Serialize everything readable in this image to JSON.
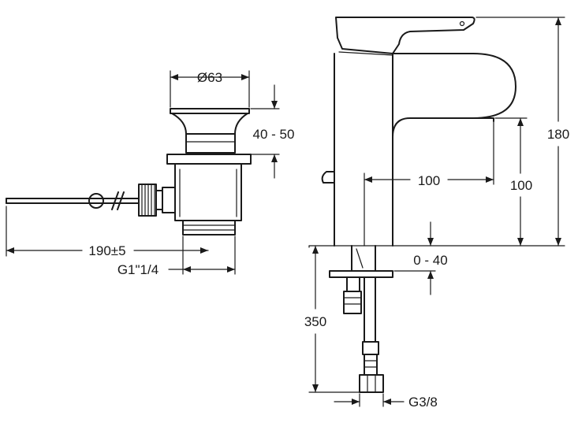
{
  "dimensions": {
    "waste_diameter": "Ø63",
    "waste_height_range": "40 - 50",
    "rod_length": "190±5",
    "waste_thread": "G1\"1/4",
    "tap_height": "180",
    "spout_projection": "100",
    "spout_height": "100",
    "deck_thickness_range": "0 - 40",
    "hose_length": "350",
    "hose_thread": "G3/8"
  },
  "colors": {
    "line": "#1a1a1a",
    "background": "#ffffff"
  }
}
